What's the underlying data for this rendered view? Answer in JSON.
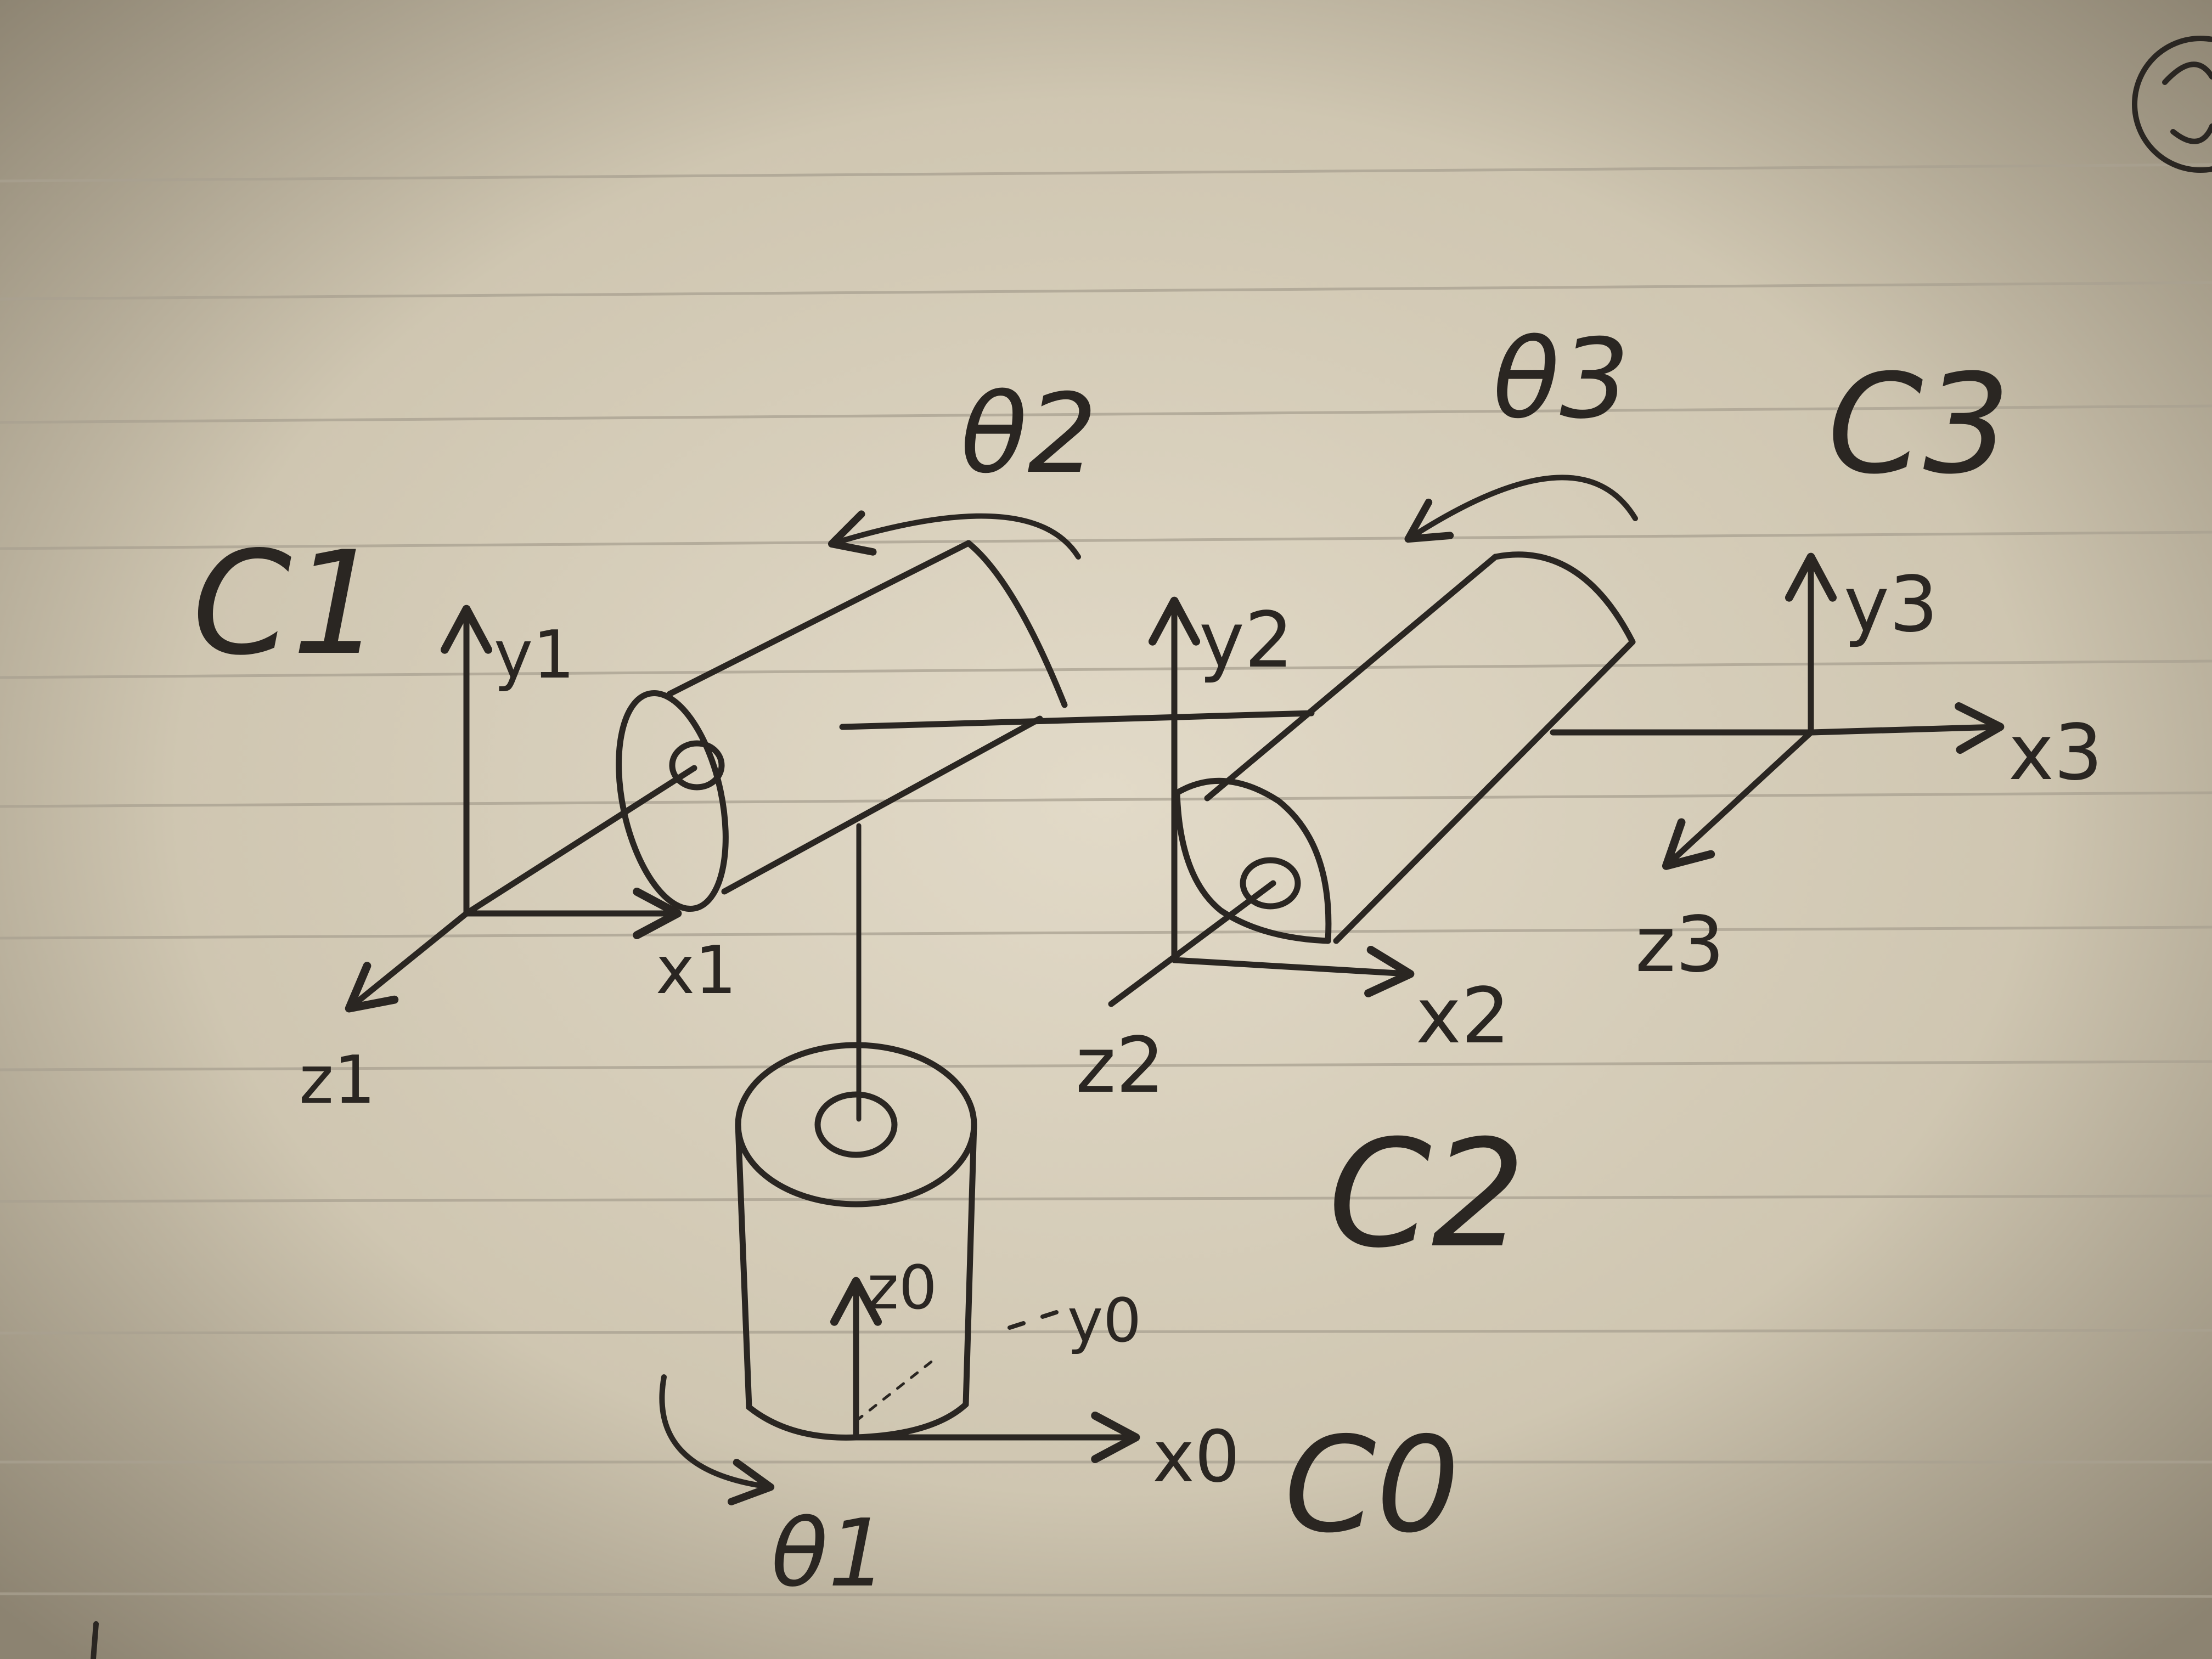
{
  "diagram": {
    "frames": {
      "c0": "C0",
      "c1": "C1",
      "c2": "C2",
      "c3": "C3"
    },
    "joints": {
      "theta1": "θ1",
      "theta2": "θ2",
      "theta3": "θ3"
    },
    "axes": {
      "x0": "x0",
      "y0": "y0",
      "z0": "z0",
      "x1": "x1",
      "y1": "y1",
      "z1": "z1",
      "x2": "x2",
      "y2": "y2",
      "z2": "z2",
      "x3": "x3",
      "y3": "y3",
      "z3": "z3"
    }
  },
  "colors": {
    "ink": "#2a2622",
    "paper": "#d8d0bd",
    "rule_line": "#a9a191"
  }
}
